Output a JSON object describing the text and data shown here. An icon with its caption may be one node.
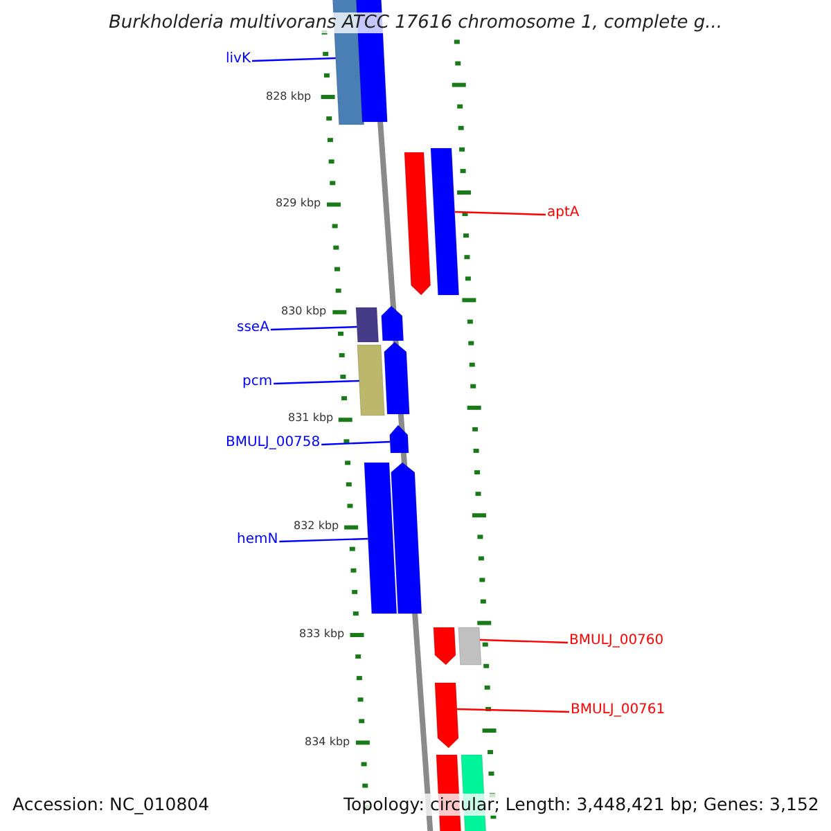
{
  "diagram": {
    "title": "Burkholderia multivorans ATCC 17616 chromosome 1, complete g...",
    "nodes": [
      {
        "text": [
          "livK"
        ]
      },
      {
        "text": [],
        "shape": "bar"
      },
      {
        "text": [
          "aptA"
        ]
      },
      {
        "text": [],
        "shape": "bar"
      },
      {
        "text": [
          "sseA"
        ]
      },
      {
        "text": [],
        "shape": "bar"
      },
      {
        "text": [
          "pcm"
        ]
      },
      {
        "text": [],
        "shape": "bar"
      },
      {
        "text": [
          "BMULJ_00758"
        ]
      },
      {
        "text": [],
        "shape": "bar"
      },
      {
        "text": [
          "hemN"
        ]
      },
      {
        "text": [],
        "shape": "bar"
      },
      {
        "text": [
          "BMULJ_00760"
        ]
      },
      {
        "text": [],
        "shape": "bar"
      },
      {
        "text": [
          "BMULJ_00761"
        ]
      },
      {
        "text": [],
        "shape": "bar"
      },
      {
        "text": [],
        "shape": "bar"
      },
      {
        "text": [],
        "shape": "bar"
      },
      {
        "text": [],
        "shape": "bar"
      },
      {
        "text": [],
        "shape": "bar"
      },
      {
        "text": [],
        "shape": "bar"
      },
      {
        "text": [],
        "shape": "bar"
      },
      {
        "text": [],
        "shape": "bar"
      },
      {
        "text": [],
        "shape": "bar"
      }
    ],
    "edges": [
      {
        "from": 0,
        "to": 1,
        "arrow": "none"
      },
      {
        "from": 2,
        "to": 3,
        "arrow": "none",
        "color": "#ff0000"
      },
      {
        "from": 4,
        "to": 5,
        "arrow": "none"
      },
      {
        "from": 6,
        "to": 7,
        "arrow": "none"
      },
      {
        "from": 8,
        "to": 9,
        "arrow": "none"
      },
      {
        "from": 10,
        "to": 11,
        "arrow": "none"
      },
      {
        "from": 12,
        "to": 13,
        "arrow": "none",
        "color": "#ff0000"
      },
      {
        "from": 14,
        "to": 15,
        "arrow": "none",
        "color": "#ff0000"
      }
    ],
    "labels": [
      "828 kbp",
      "829 kbp",
      "830 kbp",
      "831 kbp",
      "832 kbp",
      "833 kbp",
      "834 kbp",
      "Accession: NC_010804",
      "Topology: circular; Length: 3,448,421 bp; Genes: 3,152"
    ]
  }
}
